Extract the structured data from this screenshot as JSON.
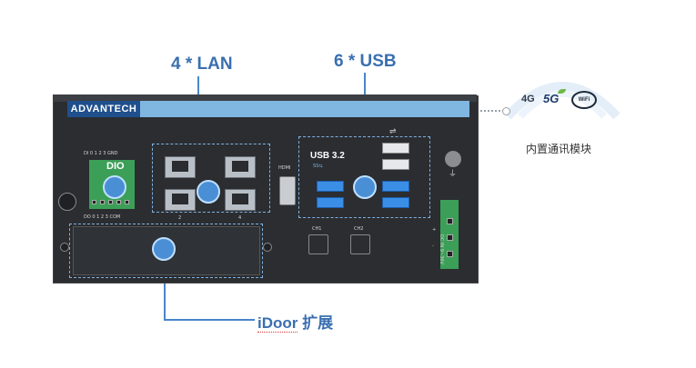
{
  "callouts": {
    "lan": "4 * LAN",
    "usb": "6 * USB",
    "idoor": "iDoor 扩展",
    "wireless": "内置通讯模块"
  },
  "device": {
    "brand": "ADVANTECH",
    "dio_label": "DIO",
    "dio_top": "DI  0  1  2  3  GND",
    "dio_bottom": "DO  0  1  2  3  COM",
    "lan_num_left": "2",
    "lan_num_right": "4",
    "usb_label": "USB 3.2",
    "usb_logo": "SS⇆",
    "hdmi": "HDMI",
    "ch1": "CH1",
    "ch2": "CH2",
    "power": "DC IN 9~36V",
    "plus": "+",
    "minus": "-"
  },
  "wireless_badges": [
    "4G",
    "5G",
    "WiFi"
  ],
  "colors": {
    "accent": "#3a6fb0",
    "chassis": "#2b2d31",
    "band": "#7fb7e0",
    "dot": "#4a8fd6"
  }
}
